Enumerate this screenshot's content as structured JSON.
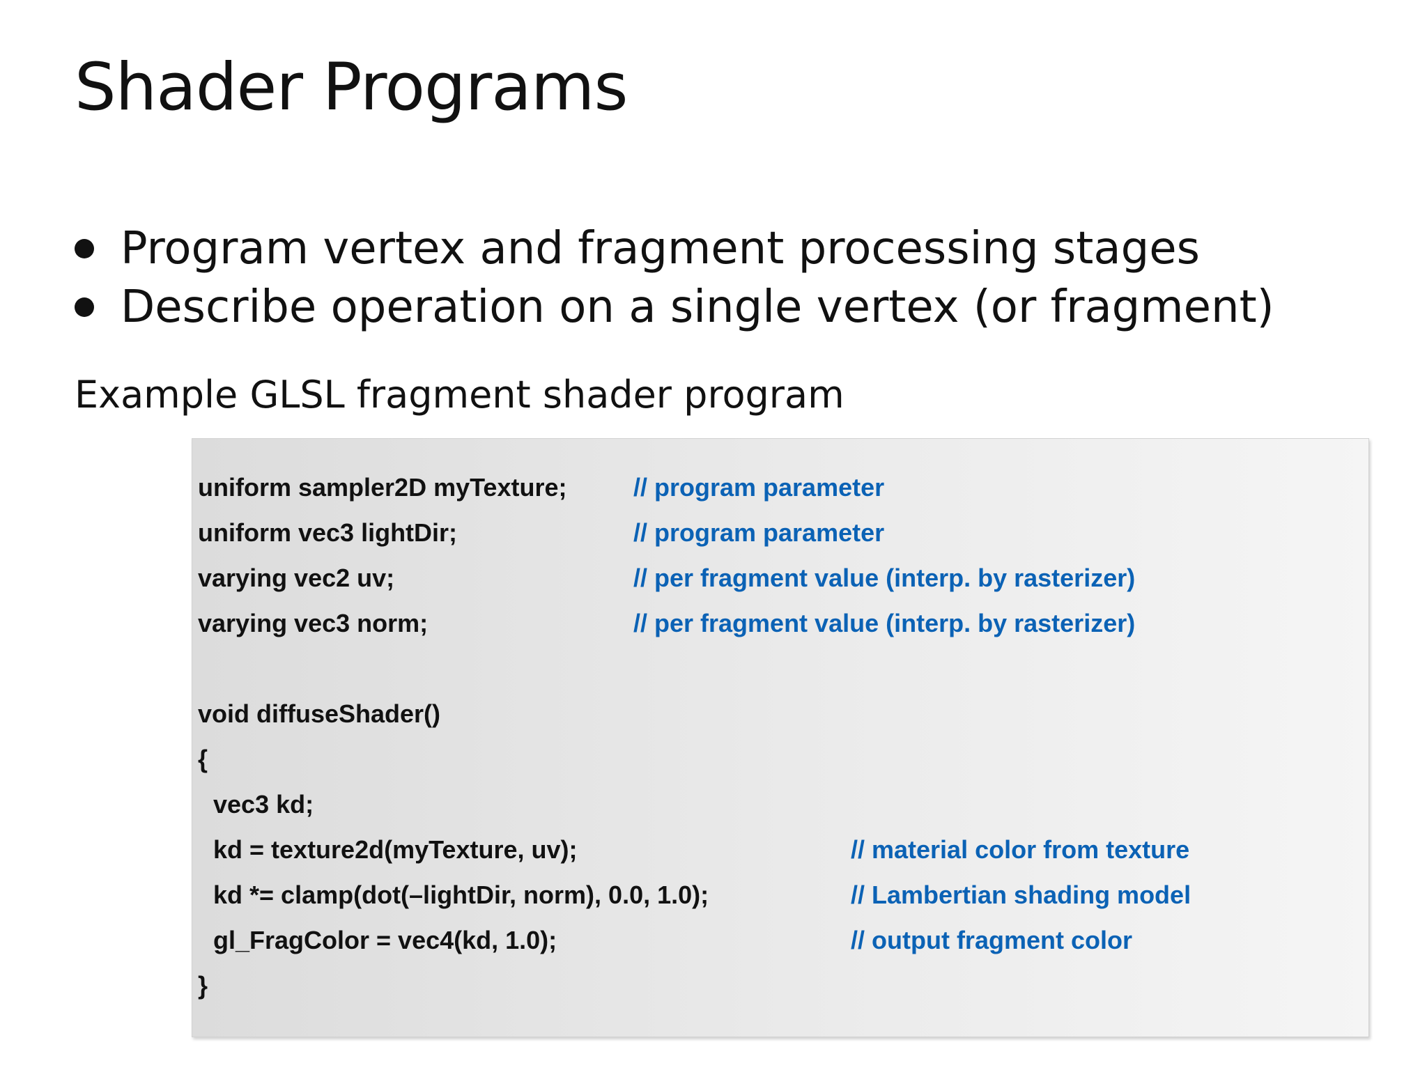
{
  "slide": {
    "title": "Shader Programs",
    "bullets": [
      "Program vertex and fragment processing stages",
      "Describe operation on a single vertex (or fragment)"
    ],
    "caption": "Example GLSL fragment shader program"
  },
  "code": {
    "lines": [
      {
        "text": "uniform sampler2D myTexture;",
        "comment": "// program parameter"
      },
      {
        "text": "uniform vec3 lightDir;",
        "comment": "// program parameter"
      },
      {
        "text": "varying vec2 uv;",
        "comment": "// per fragment value (interp. by rasterizer)"
      },
      {
        "text": "varying vec3 norm;",
        "comment": "// per fragment value (interp. by rasterizer)"
      },
      {
        "text": "void diffuseShader()"
      },
      {
        "text": "{"
      },
      {
        "text": "vec3 kd;"
      },
      {
        "text": "kd = texture2d(myTexture, uv);",
        "comment": "// material color from texture"
      },
      {
        "text": "kd *= clamp(dot(–lightDir, norm), 0.0, 1.0);",
        "comment": "// Lambertian shading model"
      },
      {
        "text": "gl_FragColor = vec4(kd, 1.0);",
        "comment": "// output fragment color"
      },
      {
        "text": "}"
      }
    ]
  },
  "colors": {
    "text": "#111111",
    "comment": "#0b62b5",
    "code_background": "#ebebeb"
  }
}
